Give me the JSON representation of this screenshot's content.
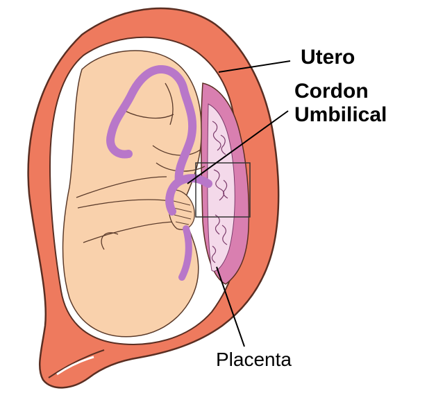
{
  "labels": {
    "utero": "Utero",
    "cordon_line1": "Cordon",
    "cordon_line2": "Umbilical",
    "placenta": "Placenta"
  },
  "colors": {
    "uterus": "#EE7A5E",
    "uterus_outline": "#5A2E22",
    "amniotic_sac": "#FFFFFF",
    "fetus_skin": "#F9D1AC",
    "umbilical_cord": "#B877C9",
    "placenta": "#D97FB0",
    "placenta_light": "#E9B8D6",
    "leader_line": "#000000"
  }
}
